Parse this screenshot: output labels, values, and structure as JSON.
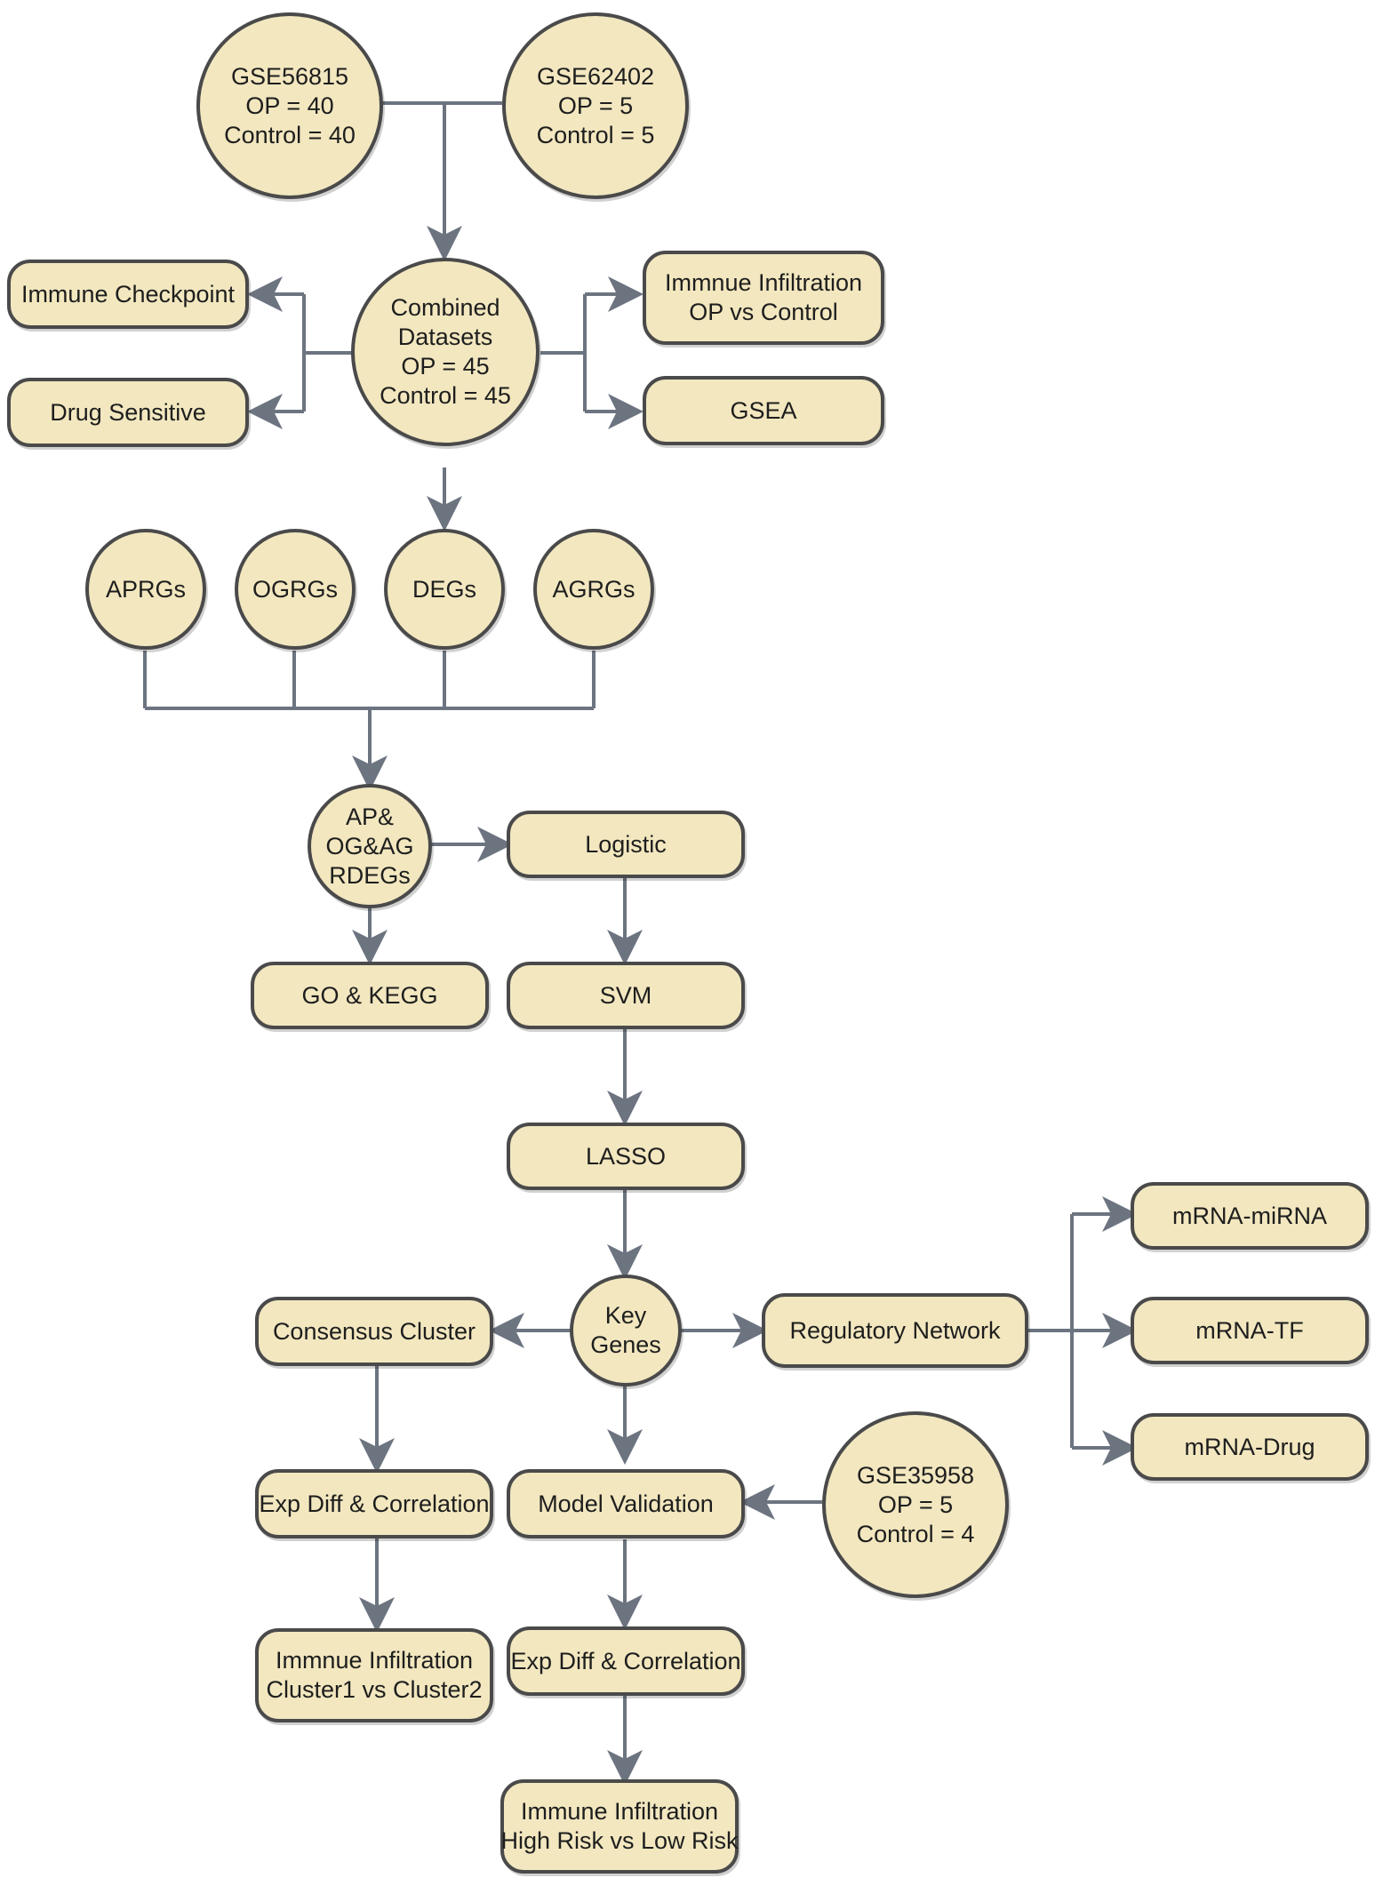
{
  "colors": {
    "fill": "#f2e7bf",
    "border": "#4a4a4a",
    "connector": "#6c7480",
    "text": "#1e1e1e"
  },
  "nodes": {
    "gse56815": {
      "lines": [
        "GSE56815",
        "OP = 40",
        "Control = 40"
      ]
    },
    "gse62402": {
      "lines": [
        "GSE62402",
        "OP = 5",
        "Control = 5"
      ]
    },
    "combined": {
      "lines": [
        "Combined",
        "Datasets",
        "OP = 45",
        "Control = 45"
      ]
    },
    "immune_checkpoint": {
      "lines": [
        "Immune Checkpoint"
      ]
    },
    "drug_sensitive": {
      "lines": [
        "Drug Sensitive"
      ]
    },
    "immune_infiltration_op": {
      "lines": [
        "Immnue Infiltration",
        "OP vs Control"
      ]
    },
    "gsea": {
      "lines": [
        "GSEA"
      ]
    },
    "aprgs": {
      "lines": [
        "APRGs"
      ]
    },
    "ogrgs": {
      "lines": [
        "OGRGs"
      ]
    },
    "degs": {
      "lines": [
        "DEGs"
      ]
    },
    "agrgs": {
      "lines": [
        "AGRGs"
      ]
    },
    "rdegs": {
      "lines": [
        "AP&",
        "OG&AG",
        "RDEGs"
      ]
    },
    "logistic": {
      "lines": [
        "Logistic"
      ]
    },
    "go_kegg": {
      "lines": [
        "GO & KEGG"
      ]
    },
    "svm": {
      "lines": [
        "SVM"
      ]
    },
    "lasso": {
      "lines": [
        "LASSO"
      ]
    },
    "key_genes": {
      "lines": [
        "Key",
        "Genes"
      ]
    },
    "consensus_cluster": {
      "lines": [
        "Consensus Cluster"
      ]
    },
    "regulatory_network": {
      "lines": [
        "Regulatory Network"
      ]
    },
    "mrna_mirna": {
      "lines": [
        "mRNA-miRNA"
      ]
    },
    "mrna_tf": {
      "lines": [
        "mRNA-TF"
      ]
    },
    "mrna_drug": {
      "lines": [
        "mRNA-Drug"
      ]
    },
    "exp_diff_cluster": {
      "lines": [
        "Exp Diff & Correlation"
      ]
    },
    "model_validation": {
      "lines": [
        "Model Validation"
      ]
    },
    "gse35958": {
      "lines": [
        "GSE35958",
        "OP = 5",
        "Control = 4"
      ]
    },
    "immune_infiltration_cluster": {
      "lines": [
        "Immnue Infiltration",
        "Cluster1 vs Cluster2"
      ]
    },
    "exp_diff_risk": {
      "lines": [
        "Exp Diff & Correlation"
      ]
    },
    "immune_infiltration_risk": {
      "lines": [
        "Immune Infiltration",
        "High Risk vs Low Risk"
      ]
    }
  }
}
